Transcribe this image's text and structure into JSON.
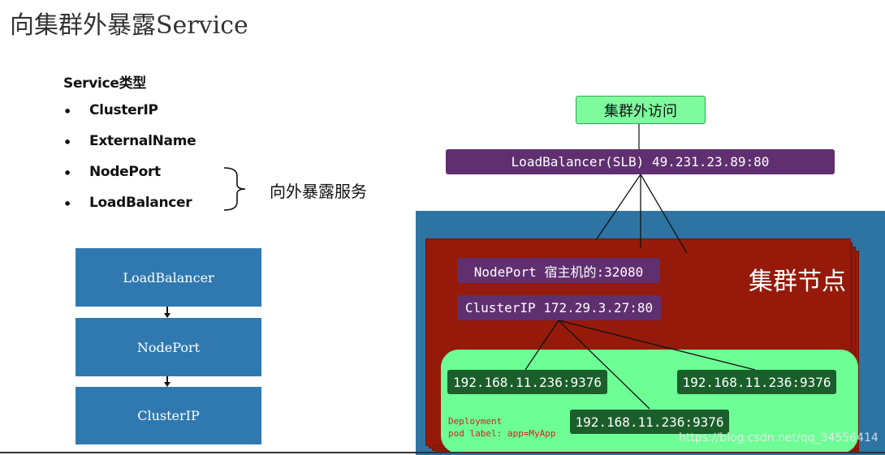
{
  "title": "向集群外暴露Service",
  "left": {
    "heading": "Service类型",
    "bullet_symbol": "•",
    "types": [
      "ClusterIP",
      "ExternalName",
      "NodePort",
      "LoadBalancer"
    ],
    "brace_label": "向外暴露服务"
  },
  "flow": [
    "LoadBalancer",
    "NodePort",
    "ClusterIP"
  ],
  "diagram": {
    "external_access": "集群外访问",
    "loadbalancer": "LoadBalancer(SLB) 49.231.23.89:80",
    "node_title": "集群节点",
    "nodeport": "NodePort 宿主机的:32080",
    "clusterip": "ClusterIP 172.29.3.27:80",
    "pods": [
      "192.168.11.236:9376",
      "192.168.11.236:9376",
      "192.168.11.236:9376"
    ],
    "deployment_line1": "Deployment",
    "deployment_line2": "pod label: app=MyApp"
  },
  "watermark": "https://blog.csdn.net/qq_34556414",
  "colors": {
    "cluster_blue": "#2d74a3",
    "node_red": "#961a0a",
    "service_purple": "#602f70",
    "pod_green": "#1a5e2a",
    "pod_area_green": "#6efe96",
    "external_green": "#7dfb9d",
    "flow_blue": "#3079b0"
  }
}
